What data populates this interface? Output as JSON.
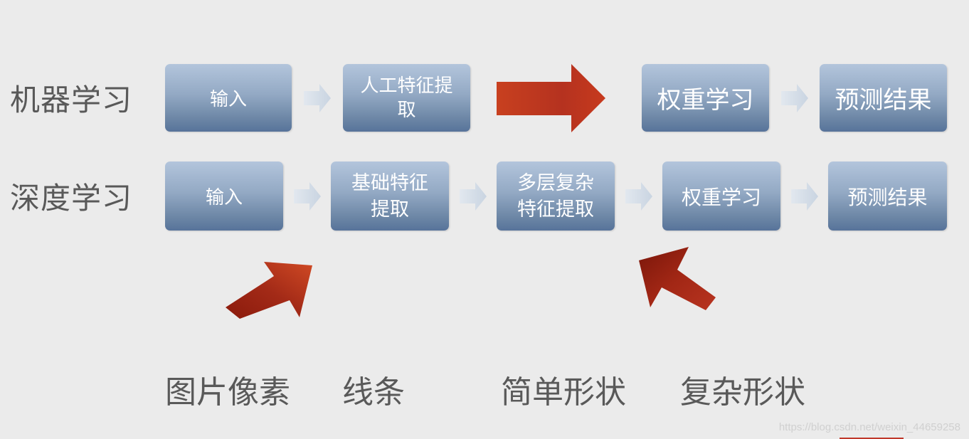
{
  "rows": {
    "ml": {
      "label": "机器学习",
      "steps": [
        "输入",
        "人工特征提取",
        "权重学习",
        "预测结果"
      ]
    },
    "dl": {
      "label": "深度学习",
      "steps": [
        "输入",
        "基础特征提取",
        "多层复杂特征提取",
        "权重学习",
        "预测结果"
      ]
    }
  },
  "ml_step2_lines": [
    "人工特征提",
    "取"
  ],
  "dl_step2_lines": [
    "基础特征",
    "提取"
  ],
  "dl_step3_lines": [
    "多层复杂",
    "特征提取"
  ],
  "bottom_labels": [
    "图片像素",
    "线条",
    "简单形状",
    "复杂形状"
  ],
  "watermark": "https://blog.csdn.net/weixin_44659258",
  "colors": {
    "box_top": "#b3c5dc",
    "box_bottom": "#57739a",
    "arrow_red": "#b5321f",
    "arrow_dark": "#7d1c10",
    "chevron": "#d3dde8",
    "text_gray": "#595959"
  }
}
